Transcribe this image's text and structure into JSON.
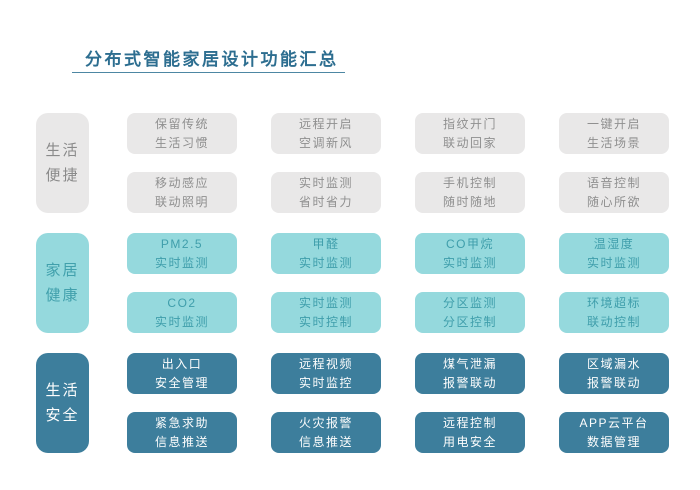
{
  "title": "分布式智能家居设计功能汇总",
  "colors": {
    "title_text": "#2d6e90",
    "title_underline": "#4d87a3",
    "gray_box": "#e9e8e8",
    "gray_text": "#8f8f8f",
    "teal_box": "#95d9dd",
    "teal_text": "#3f9eab",
    "dark_box": "#3d7e9c",
    "dark_text": "#fdfdfd",
    "background": "#ffffff"
  },
  "sections": [
    {
      "label_line1": "生活",
      "label_line2": "便捷",
      "theme": "gray",
      "items": [
        {
          "line1": "保留传统",
          "line2": "生活习惯"
        },
        {
          "line1": "远程开启",
          "line2": "空调新风"
        },
        {
          "line1": "指纹开门",
          "line2": "联动回家"
        },
        {
          "line1": "一键开启",
          "line2": "生活场景"
        },
        {
          "line1": "移动感应",
          "line2": "联动照明"
        },
        {
          "line1": "实时监测",
          "line2": "省时省力"
        },
        {
          "line1": "手机控制",
          "line2": "随时随地"
        },
        {
          "line1": "语音控制",
          "line2": "随心所欲"
        }
      ]
    },
    {
      "label_line1": "家居",
      "label_line2": "健康",
      "theme": "teal",
      "items": [
        {
          "line1": "PM2.5",
          "line2": "实时监测"
        },
        {
          "line1": "甲醛",
          "line2": "实时监测"
        },
        {
          "line1": "CO甲烷",
          "line2": "实时监测"
        },
        {
          "line1": "温湿度",
          "line2": "实时监测"
        },
        {
          "line1": "CO2",
          "line2": "实时监测"
        },
        {
          "line1": "实时监测",
          "line2": "实时控制"
        },
        {
          "line1": "分区监测",
          "line2": "分区控制"
        },
        {
          "line1": "环境超标",
          "line2": "联动控制"
        }
      ]
    },
    {
      "label_line1": "生活",
      "label_line2": "安全",
      "theme": "dark",
      "items": [
        {
          "line1": "出入口",
          "line2": "安全管理"
        },
        {
          "line1": "远程视频",
          "line2": "实时监控"
        },
        {
          "line1": "煤气泄漏",
          "line2": "报警联动"
        },
        {
          "line1": "区域漏水",
          "line2": "报警联动"
        },
        {
          "line1": "紧急求助",
          "line2": "信息推送"
        },
        {
          "line1": "火灾报警",
          "line2": "信息推送"
        },
        {
          "line1": "远程控制",
          "line2": "用电安全"
        },
        {
          "line1": "APP云平台",
          "line2": "数据管理"
        }
      ]
    }
  ]
}
